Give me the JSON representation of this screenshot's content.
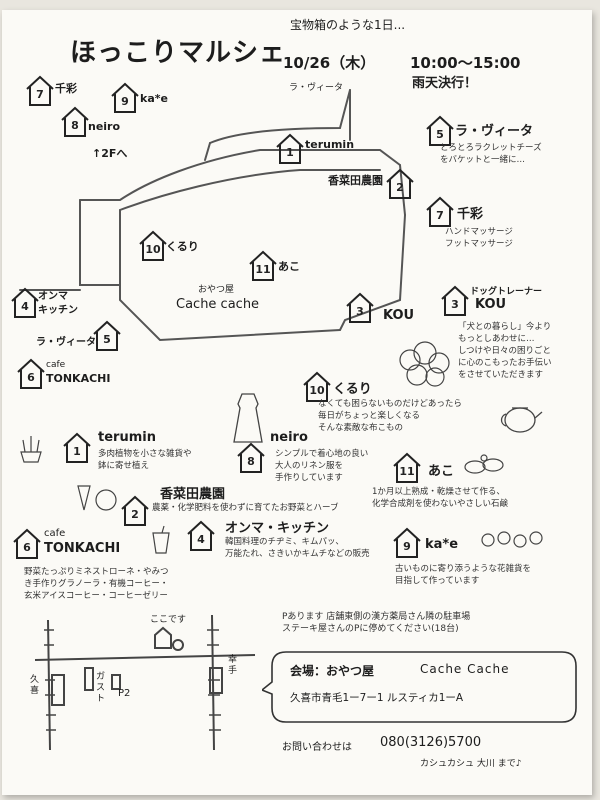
{
  "header": {
    "subtitle": "宝物箱のような1日...",
    "title": "ほっこりマルシェ",
    "date": "10/26（木）",
    "time": "10:00～15:00",
    "rain": "雨天決行！"
  },
  "map": {
    "labels": {
      "la_vita_road": "ラ・ヴィータ",
      "up_2f": "↑2Fへ",
      "cache_small": "おやつ屋",
      "cache_big": "Cache cache",
      "ivy": "cafe",
      "tonkachi": "TONKACHI"
    },
    "houses": [
      {
        "num": "7",
        "label": "千彩"
      },
      {
        "num": "9",
        "label": "ka*e"
      },
      {
        "num": "8",
        "label": "neiro"
      },
      {
        "num": "1",
        "label": "terumin"
      },
      {
        "num": "2",
        "label": "香菜田農園"
      },
      {
        "num": "10",
        "label": "くるり"
      },
      {
        "num": "11",
        "label": "あこ"
      },
      {
        "num": "4",
        "label": "オンマ キッチン"
      },
      {
        "num": "5",
        "label": "ラ・ヴィータ"
      },
      {
        "num": "6",
        "label": "TONKACHI"
      },
      {
        "num": "3",
        "label": "KOU"
      }
    ]
  },
  "shops": {
    "la_vita": {
      "num": "5",
      "name": "ラ・ヴィータ",
      "desc1": "とろとろラクレットチーズ",
      "desc2": "をバケットと一緒に…"
    },
    "chisai": {
      "num": "7",
      "name": "千彩",
      "desc1": "ハンドマッサージ",
      "desc2": "フットマッサージ"
    },
    "kou": {
      "num": "3",
      "role": "ドッグトレーナー",
      "name": "KOU",
      "desc1": "「犬との暮らし」今より",
      "desc2": "もっとしあわせに…",
      "desc3": "しつけや日々の困りごと",
      "desc4": "に心のこもったお手伝い",
      "desc5": "をさせていただきます"
    },
    "kururi": {
      "num": "10",
      "name": "くるり",
      "desc1": "なくても困らないものだけどあったら",
      "desc2": "毎日がちょっと楽しくなる",
      "desc3": "そんな素敵な布こもの"
    },
    "terumin": {
      "num": "1",
      "name": "terumin",
      "desc1": "多肉植物を小さな雑貨や",
      "desc2": "鉢に寄せ植え"
    },
    "neiro": {
      "num": "8",
      "name": "neiro",
      "desc1": "シンプルで着心地の良い",
      "desc2": "大人のリネン服を",
      "desc3": "手作りしています"
    },
    "ako": {
      "num": "11",
      "name": "あこ",
      "desc1": "1か月以上熟成・乾燥させて作る、",
      "desc2": "化学合成剤を使わないやさしい石鹸"
    },
    "kanada": {
      "num": "2",
      "name": "香菜田農園",
      "desc1": "農薬・化学肥料を使わずに育てたお野菜とハーブ"
    },
    "tonkachi": {
      "num": "6",
      "pre": "cafe",
      "name": "TONKACHI",
      "desc1": "野菜たっぷりミネストローネ・やみつ",
      "desc2": "き手作りグラノーラ・有機コーヒー・",
      "desc3": "玄米アイスコーヒー・コーヒーゼリー"
    },
    "omma": {
      "num": "4",
      "name": "オンマ・キッチン",
      "desc1": "韓国料理のチヂミ、キムパッ、",
      "desc2": "万能たれ、さきいかキムチなどの販売"
    },
    "kae": {
      "num": "9",
      "name": "ka*e",
      "desc1": "古いものに寄り添うような花雑貨を",
      "desc2": "目指して作っています"
    }
  },
  "bottom": {
    "parking1": "Pあります 店舗東側の漢方薬局さん隣の駐車場",
    "parking2": "ステーキ屋さんのPに停めてください(18台)",
    "koko": "ここです",
    "kuki": "久喜",
    "gust": "ガスト",
    "p2": "P2",
    "shirauchi": "幸手",
    "venue_label": "会場：おやつ屋",
    "venue_name": "Cache Cache",
    "address": "久喜市青毛1ー7ー1 ルスティカ1ーA",
    "contact_label": "お問い合わせは",
    "phone": "080(3126)5700",
    "contact_name": "カシュカシュ 大川 まで♪"
  }
}
